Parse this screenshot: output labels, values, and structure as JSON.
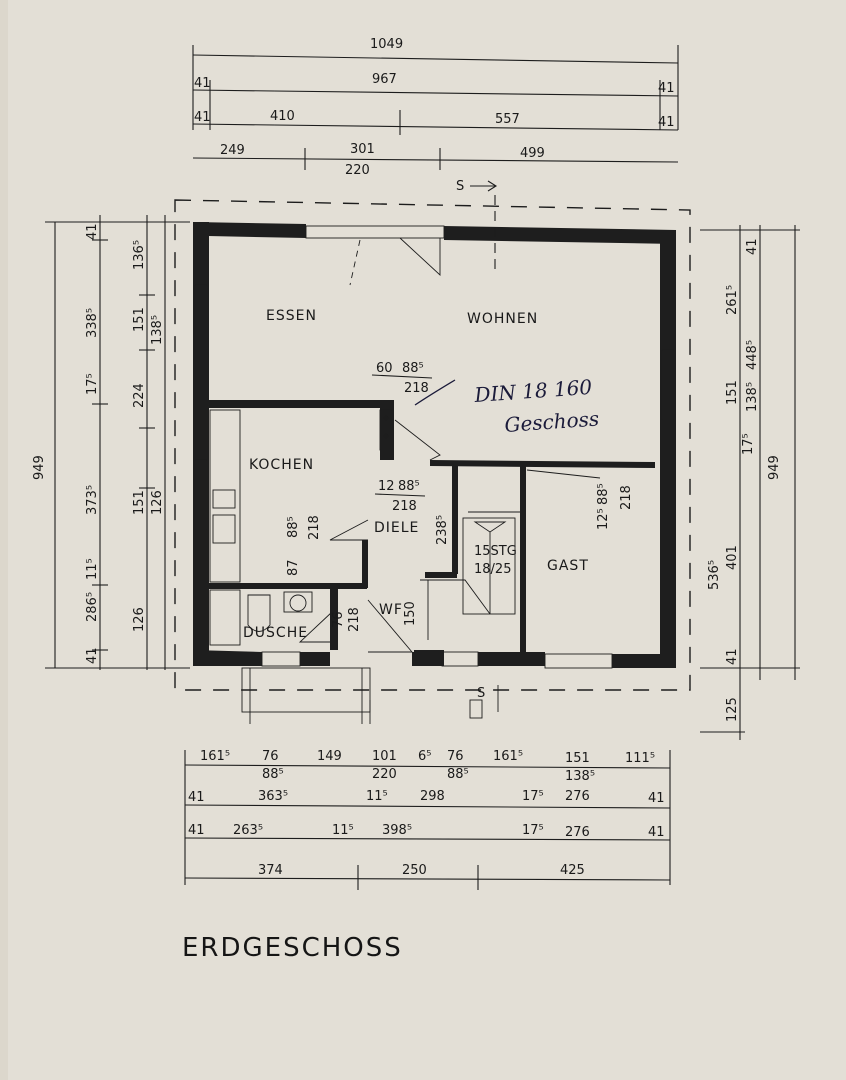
{
  "title": "ERDGESCHOSS",
  "rooms": {
    "essen": "ESSEN",
    "wohnen": "WOHNEN",
    "kochen": "KOCHEN",
    "diele": "DIELE",
    "gast": "GAST",
    "dusche": "DUSCHE",
    "wf": "WF"
  },
  "handwritten_note": {
    "line1": "DIN 18 160",
    "line2": "Geschoss"
  },
  "stair_label": {
    "line1": "15STG",
    "line2": "18/25"
  },
  "section_mark": "S",
  "top_dimensions": {
    "row1": [
      "1049"
    ],
    "row2": [
      "41",
      "967",
      "41"
    ],
    "row3": [
      "41",
      "410",
      "557",
      "41"
    ],
    "row4": [
      "249",
      "301",
      "499"
    ],
    "row4_sub": "220"
  },
  "bottom_dimensions": {
    "row1": [
      "161⁵",
      "76",
      "149",
      "101",
      "6⁵",
      "76",
      "161⁵",
      "151",
      "111⁵"
    ],
    "row1_sub": [
      "88⁵",
      "220",
      "88⁵",
      "138⁵"
    ],
    "row2": [
      "41",
      "363⁵",
      "11⁵",
      "298",
      "17⁵",
      "276",
      "41"
    ],
    "row3": [
      "41",
      "263⁵",
      "11⁵",
      "398⁵",
      "17⁵",
      "276",
      "41"
    ],
    "row4": [
      "374",
      "250",
      "425"
    ]
  },
  "left_dimensions": {
    "outer": "949",
    "col1": [
      "41",
      "338⁵",
      "17⁵",
      "373⁵",
      "11⁵",
      "286⁵",
      "41"
    ],
    "col2": [
      "136⁵",
      "151",
      "224",
      "151",
      "126"
    ],
    "col3": [
      "138⁵",
      "126"
    ],
    "col4": [
      "126",
      "41"
    ]
  },
  "right_dimensions": {
    "col1": [
      "41",
      "261⁵",
      "151",
      "17⁵",
      "401",
      "41",
      "125"
    ],
    "col2": [
      "138⁵",
      "536⁵"
    ],
    "col3": [
      "448⁵",
      "949"
    ]
  },
  "inner_dimensions": {
    "a": "60",
    "b": "88⁵",
    "c": "218",
    "d": "12",
    "e": "88⁵",
    "f": "218",
    "g": "88⁵",
    "h": "218",
    "i": "87",
    "j": "238⁵",
    "k": "150",
    "l": "12⁵",
    "m": "88⁵",
    "n": "218",
    "o": "76",
    "p": "218"
  }
}
